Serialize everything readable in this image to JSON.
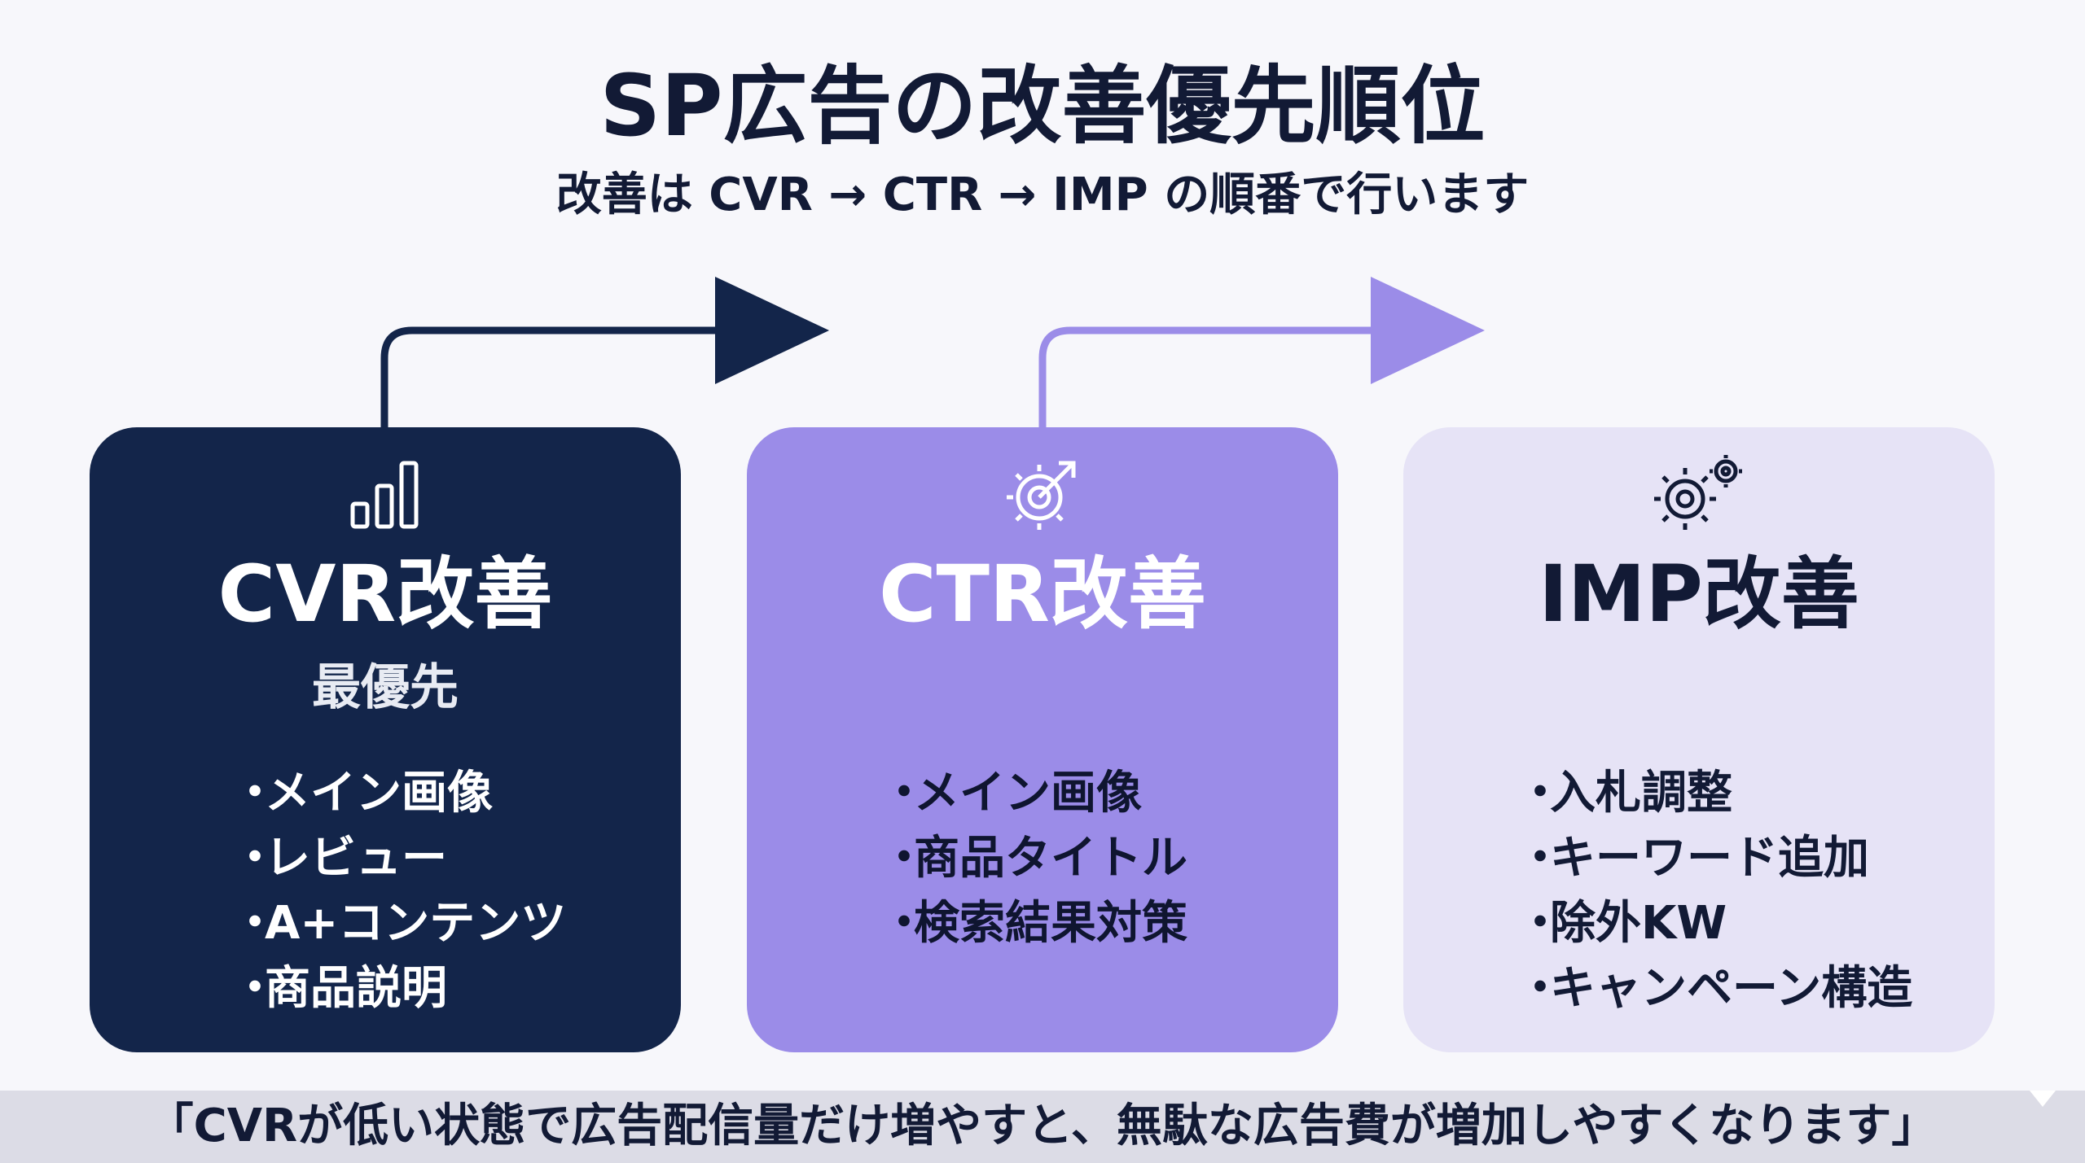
{
  "header": {
    "title": "SP広告の改善優先順位",
    "subtitle": "改善は CVR → CTR → IMP の順番で行います"
  },
  "cards": [
    {
      "icon": "bar-chart-icon",
      "title": "CVR改善",
      "tag": "最優先",
      "items": [
        "メイン画像",
        "レビュー",
        "A+コンテンツ",
        "商品説明"
      ]
    },
    {
      "icon": "gear-target-icon",
      "title": "CTR改善",
      "items": [
        "メイン画像",
        "商品タイトル",
        "検索結果対策"
      ]
    },
    {
      "icon": "gears-icon",
      "title": "IMP改善",
      "items": [
        "入札調整",
        "キーワード追加",
        "除外KW",
        "キャンペーン構造"
      ]
    }
  ],
  "bullet": "・",
  "footer": {
    "quote": "「CVRが低い状態で広告配信量だけ増やすと、無駄な広告費が増加しやすくなります」"
  },
  "colors": {
    "card_cvr": "#13254a",
    "card_ctr": "#9b8ce8",
    "card_imp": "#e6e3f6",
    "arrow_1": "#13254a",
    "arrow_2": "#9b8ce8"
  }
}
